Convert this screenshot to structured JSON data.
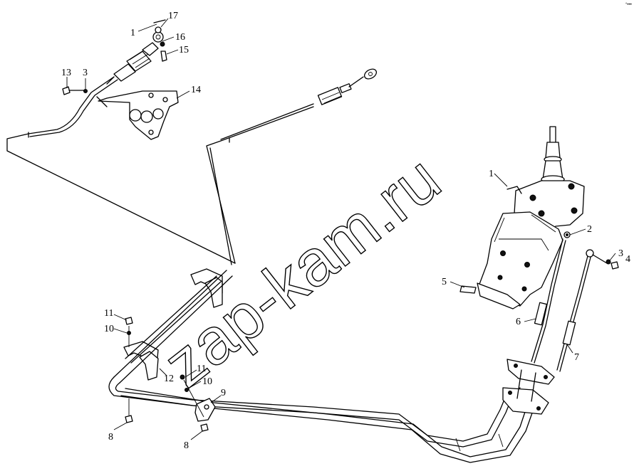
{
  "watermark": "zap-kam.ru",
  "corner_mark": "°•••",
  "callouts": {
    "c1_top": "1",
    "c17": "17",
    "c16": "16",
    "c15": "15",
    "c13": "13",
    "c3_left": "3",
    "c14": "14",
    "c1_right": "1",
    "c2": "2",
    "c3_right": "3",
    "c4": "4",
    "c5": "5",
    "c6": "6",
    "c7": "7",
    "c11_upper": "11",
    "c10_upper": "10",
    "c12": "12",
    "c11_lower": "11",
    "c10_lower": "10",
    "c9": "9",
    "c8_left": "8",
    "c8_right": "8"
  }
}
